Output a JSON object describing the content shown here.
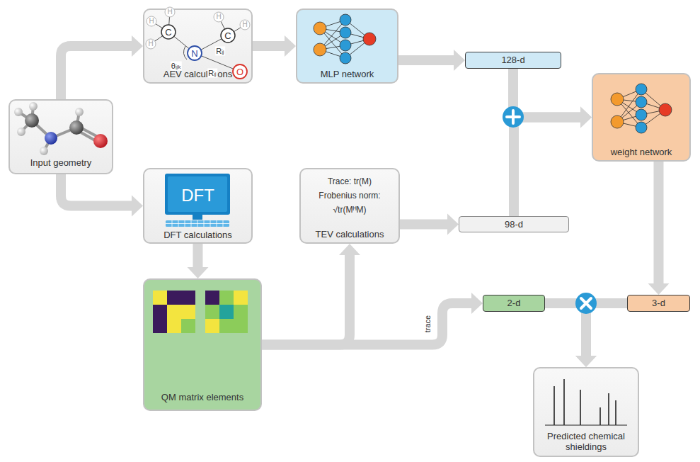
{
  "diagram": {
    "nodes": [
      {
        "text": [
          "Input geometry"
        ]
      },
      {
        "text": [
          "AEV calculations"
        ]
      },
      {
        "text": [
          "MLP network"
        ]
      },
      {
        "text": [
          "128-d"
        ]
      },
      {
        "text": [
          "weight network"
        ]
      },
      {
        "text": [
          "DFT",
          "DFT calculations"
        ]
      },
      {
        "text": [
          "Trace: tr(M)",
          "Frobenius norm:",
          "√tr(MᴴM)",
          "TEV calculations"
        ]
      },
      {
        "text": [
          "98-d"
        ]
      },
      {
        "text": [
          "QM matrix elements"
        ]
      },
      {
        "text": [
          "2-d"
        ]
      },
      {
        "text": [
          "3-d"
        ]
      },
      {
        "text": [
          "Predicted chemical shieldings"
        ]
      }
    ],
    "edges": [
      {
        "from": 0,
        "to": 1,
        "arrow": "to"
      },
      {
        "from": 0,
        "to": 5,
        "arrow": "to"
      },
      {
        "from": 1,
        "to": 2,
        "arrow": "to"
      },
      {
        "from": 2,
        "to": 3,
        "arrow": "to"
      },
      {
        "from": 3,
        "to": 4,
        "arrow": "to"
      },
      {
        "from": 7,
        "to": 4,
        "arrow": "to"
      },
      {
        "from": 6,
        "to": 7,
        "arrow": "to"
      },
      {
        "from": 5,
        "to": 8,
        "arrow": "to"
      },
      {
        "from": 8,
        "to": 6,
        "arrow": "to"
      },
      {
        "from": 8,
        "to": 9,
        "label": "trace",
        "arrow": "to"
      },
      {
        "from": 4,
        "to": 10,
        "arrow": "to"
      },
      {
        "from": 9,
        "to": 11,
        "arrow": "to"
      },
      {
        "from": 10,
        "to": 11,
        "arrow": "to"
      }
    ],
    "labels": [
      "H",
      "H",
      "C",
      "H",
      "N",
      "C",
      "H",
      "H",
      "O",
      "Rᵢⱼ",
      "Rᵢⱼ",
      "θᵢⱼₖ"
    ]
  }
}
